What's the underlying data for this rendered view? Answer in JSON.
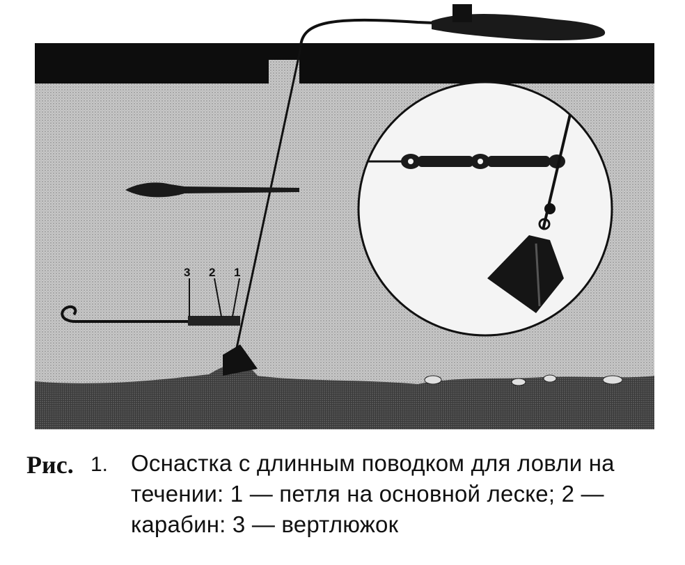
{
  "figure": {
    "part_labels": [
      "3",
      "2",
      "1"
    ]
  },
  "caption": {
    "label": "Рис.",
    "number": "1.",
    "lines": [
      "Оснастка с длинным поводком для ловли на",
      "течении: 1 — петля на основной леске; 2 —",
      "карабин: 3 — вертлюжок"
    ]
  }
}
